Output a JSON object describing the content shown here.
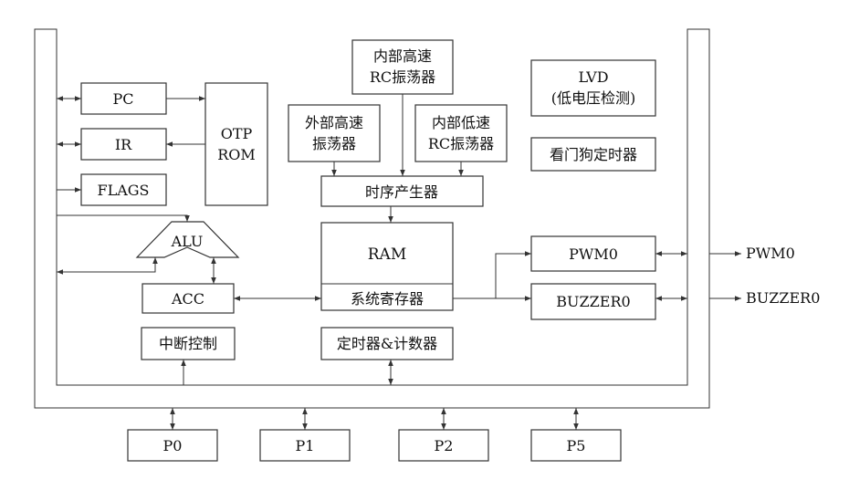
{
  "blocks": {
    "pc": "PC",
    "ir": "IR",
    "flags": "FLAGS",
    "otp_line1": "OTP",
    "otp_line2": "ROM",
    "alu": "ALU",
    "acc": "ACC",
    "interrupt": "中断控制",
    "ext_osc_line1": "外部高速",
    "ext_osc_line2": "振荡器",
    "int_hs_line1": "内部高速",
    "int_hs_line2": "RC振荡器",
    "int_ls_line1": "内部低速",
    "int_ls_line2": "RC振荡器",
    "clock_gen": "时序产生器",
    "ram": "RAM",
    "sys_reg": "系统寄存器",
    "timer_counter": "定时器&计数器",
    "lvd_line1": "LVD",
    "lvd_line2": "(低电压检测)",
    "watchdog": "看门狗定时器",
    "pwm0": "PWM0",
    "buzzer0": "BUZZER0"
  },
  "outputs": {
    "pwm0": "PWM0",
    "buzzer0": "BUZZER0"
  },
  "ports": [
    "P0",
    "P1",
    "P2",
    "P5"
  ]
}
